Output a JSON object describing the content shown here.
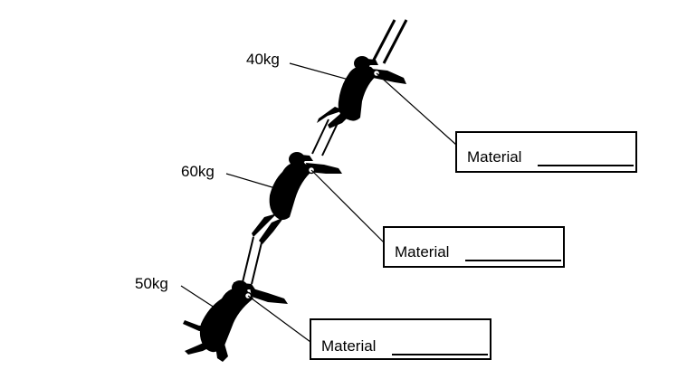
{
  "climbers": [
    {
      "mass": "40kg",
      "material_label": "Material"
    },
    {
      "mass": "60kg",
      "material_label": "Material"
    },
    {
      "mass": "50kg",
      "material_label": "Material"
    }
  ]
}
